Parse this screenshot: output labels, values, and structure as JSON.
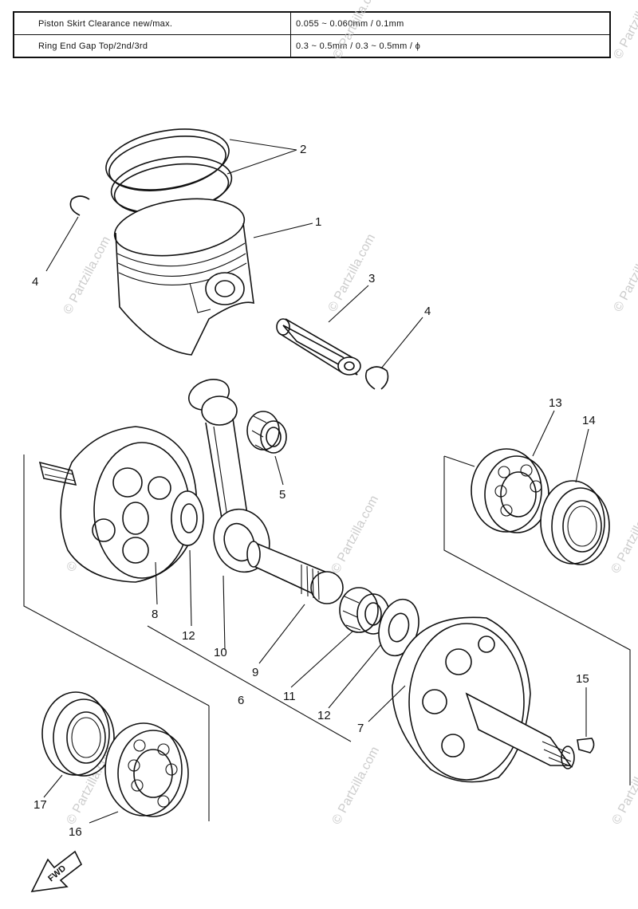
{
  "spec_table": {
    "rows": [
      {
        "label": "Piston Skirt Clearance new/max.",
        "value": "0.055 ~ 0.060mm / 0.1mm"
      },
      {
        "label": "Ring End Gap Top/2nd/3rd",
        "value": "0.3 ~ 0.5mm / 0.3 ~ 0.5mm / ϕ"
      }
    ]
  },
  "watermark": "© Partzilla.com",
  "fwd_label": "FWD",
  "callouts": {
    "c1": "1",
    "c2": "2",
    "c3": "3",
    "c4a": "4",
    "c4b": "4",
    "c5": "5",
    "c6": "6",
    "c7": "7",
    "c8": "8",
    "c9": "9",
    "c10": "10",
    "c11": "11",
    "c12a": "12",
    "c12b": "12",
    "c13": "13",
    "c14": "14",
    "c15": "15",
    "c16": "16",
    "c17": "17"
  }
}
